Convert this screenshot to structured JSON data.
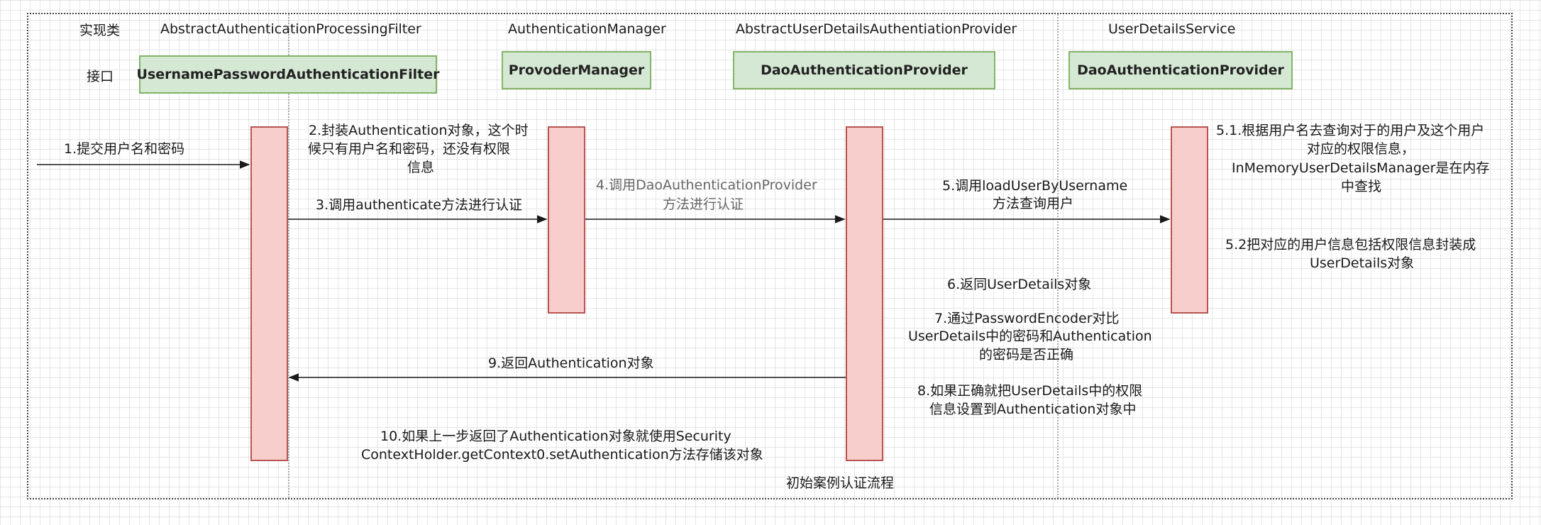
{
  "row_labels": {
    "impl": "实现类",
    "iface": "接口"
  },
  "classes": [
    {
      "impl": "AbstractAuthenticationProcessingFilter",
      "iface": "UsernamePasswordAuthenticationFilter"
    },
    {
      "impl": "AuthenticationManager",
      "iface": "ProvoderManager"
    },
    {
      "impl": "AbstractUserDetailsAuthentiationProvider",
      "iface": "DaoAuthenticationProvider"
    },
    {
      "impl": "UserDetailsService",
      "iface": "DaoAuthenticationProvider"
    }
  ],
  "messages": {
    "m1": "1.提交用户名和密码",
    "m2": [
      "2.封装Authentication对象，这个时",
      "候只有用户名和密码，还没有权限",
      "信息"
    ],
    "m3": "3.调用authenticate方法进行认证",
    "m4": [
      "4.调用DaoAuthenticationProvider",
      "方法进行认证"
    ],
    "m5": [
      "5.调用loadUserByUsername",
      "方法查询用户"
    ],
    "m51": [
      "5.1.根据用户名去查询对于的用户及这个用户",
      "对应的权限信息，",
      "InMemoryUserDetailsManager是在内存",
      "中查找"
    ],
    "m52": [
      "5.2把对应的用户信息包括权限信息封装成",
      "UserDetails对象"
    ],
    "m6": "6.返同UserDetails对象",
    "m7": [
      "7.通过PasswordEncoder对比",
      "UserDetails中的密码和Authentication",
      "的密码是否正确"
    ],
    "m8": [
      "8.如果正确就把UserDetails中的权限",
      "信息设置到Authentication对象中"
    ],
    "m9": "9.返回Authentication对象",
    "m10": [
      "10.如果上一步返回了Authentication对象就使用Security",
      "ContextHolder.getContext0.setAuthentication方法存储该对象"
    ]
  },
  "caption": "初始案例认证流程",
  "colors": {
    "activation_fill": "#f8cecc",
    "activation_stroke": "#b85450",
    "box_fill": "#d5e8d4",
    "box_stroke": "#82b366",
    "m4_text": "#666666"
  }
}
